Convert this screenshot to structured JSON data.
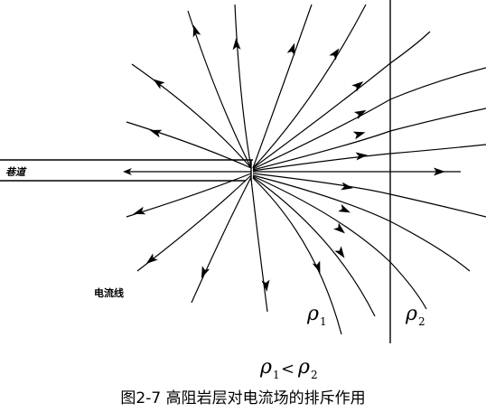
{
  "labels": {
    "tunnel": "巷道",
    "current_line": "电流线",
    "rho1": "ρ",
    "rho1_sub": "1",
    "rho2": "ρ",
    "rho2_sub": "2",
    "relation_a": "ρ",
    "relation_a_sub": "1",
    "relation_lt": "<",
    "relation_b": "ρ",
    "relation_b_sub": "2"
  },
  "caption": "图2-7  高阻岩层对电流场的排斥作用"
}
